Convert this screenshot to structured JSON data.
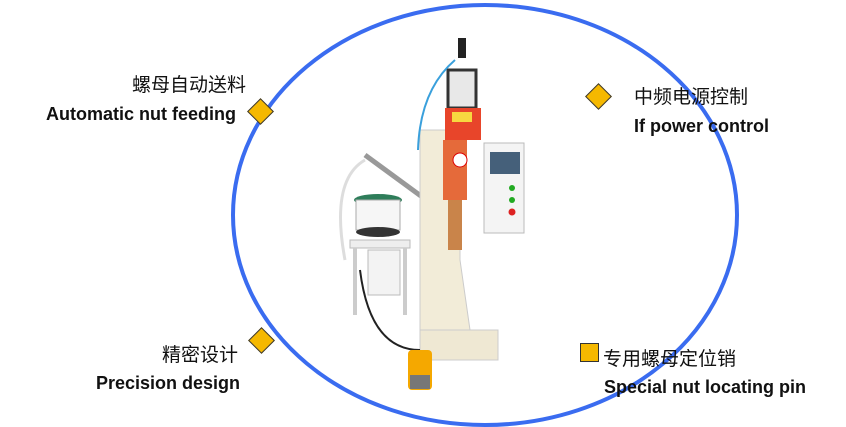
{
  "features": [
    {
      "zh": "螺母自动送料",
      "en": "Automatic nut feeding"
    },
    {
      "zh": "中频电源控制",
      "en": "If power control"
    },
    {
      "zh": "精密设计",
      "en": "Precision design"
    },
    {
      "zh": "专用螺母定位销",
      "en": "Special nut locating pin"
    }
  ],
  "colors": {
    "circle": "#3a6cf0",
    "marker": "#f5b800"
  }
}
